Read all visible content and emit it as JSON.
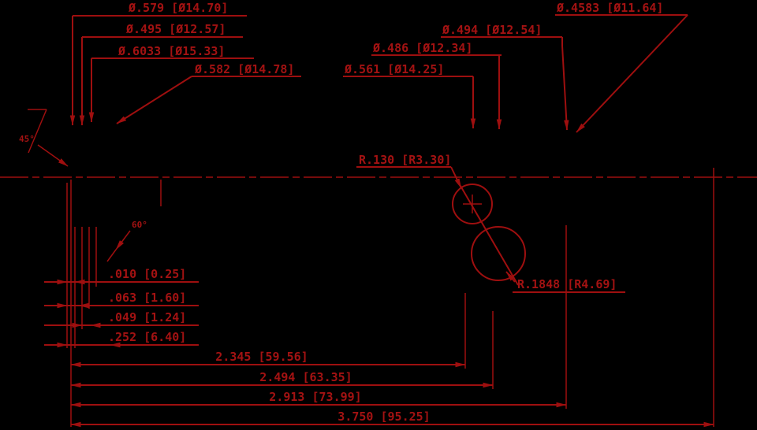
{
  "drawing": {
    "type": "engineering-dimension-drawing",
    "units": "inch [mm]",
    "colors": {
      "line": "#9e0f0f",
      "text": "#a31212",
      "background": "#000000"
    }
  },
  "dims": {
    "top_left": [
      "Ø.579 [Ø14.70]",
      "Ø.495 [Ø12.57]",
      "Ø.6033 [Ø15.33]",
      "Ø.582 [Ø14.78]"
    ],
    "top_right": [
      "Ø.4583 [Ø11.64]",
      "Ø.494 [Ø12.54]",
      "Ø.486 [Ø12.34]",
      "Ø.561 [Ø14.25]"
    ],
    "radius_upper": "R.130 [R3.30]",
    "radius_lower": "R.1848 [R4.69]",
    "left_stack": [
      ".010 [0.25]",
      ".063 [1.60]",
      ".049 [1.24]",
      ".252 [6.40]"
    ],
    "bottom_stack": [
      "2.345 [59.56]",
      "2.494 [63.35]",
      "2.913 [73.99]",
      "3.750 [95.25]"
    ],
    "angle_chamfer": "45°",
    "angle_groove": "60°"
  }
}
